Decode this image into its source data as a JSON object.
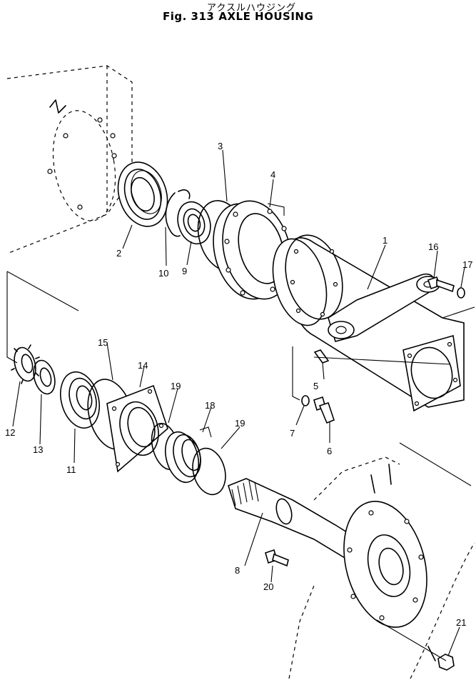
{
  "header": {
    "title_jp": "アクスルハウジング",
    "fig_label": "Fig. 313",
    "fig_title": "AXLE HOUSING"
  },
  "callouts": {
    "p1": "1",
    "p2": "2",
    "p3": "3",
    "p4": "4",
    "p5": "5",
    "p6": "6",
    "p7": "7",
    "p8": "8",
    "p9": "9",
    "p10": "10",
    "p11": "11",
    "p12": "12",
    "p13": "13",
    "p14": "14",
    "p15": "15",
    "p16": "16",
    "p17": "17",
    "p18": "18",
    "p19a": "19",
    "p19b": "19",
    "p20": "20",
    "p21": "21"
  }
}
